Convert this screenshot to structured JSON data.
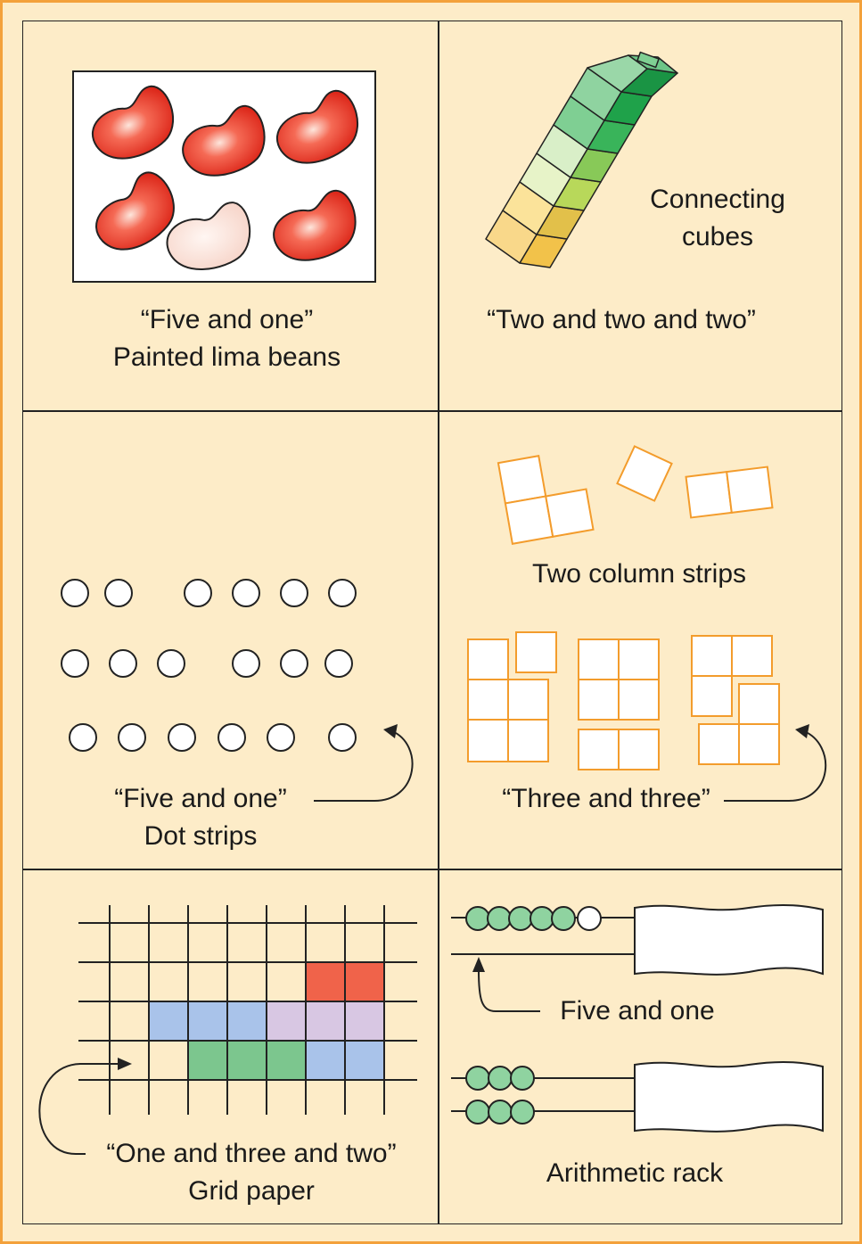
{
  "panels": {
    "lima_beans": {
      "line1": "“Five and one”",
      "line2": "Painted lima beans"
    },
    "cubes": {
      "label_line1": "Connecting",
      "label_line2": "cubes",
      "caption": "“Two and two and two”"
    },
    "dot_strips": {
      "line1": "“Five and one”",
      "line2": "Dot strips"
    },
    "column_strips": {
      "title": "Two column strips",
      "caption": "“Three and three”"
    },
    "grid_paper": {
      "line1": "“One and three and two”",
      "line2": "Grid paper"
    },
    "rack": {
      "label": "Five and one",
      "title": "Arithmetic rack"
    }
  },
  "colors": {
    "background": "#fdecc8",
    "border": "#f3a13b",
    "bean_red": "#e0261b",
    "bean_white": "#fbe1d8",
    "strip_orange": "#f39c2c",
    "bead_green": "#8fd3a0",
    "grid_red": "#f0634a",
    "grid_blue": "#a9c3ea",
    "grid_lilac": "#d8c7e3",
    "grid_green": "#7cc68e"
  }
}
